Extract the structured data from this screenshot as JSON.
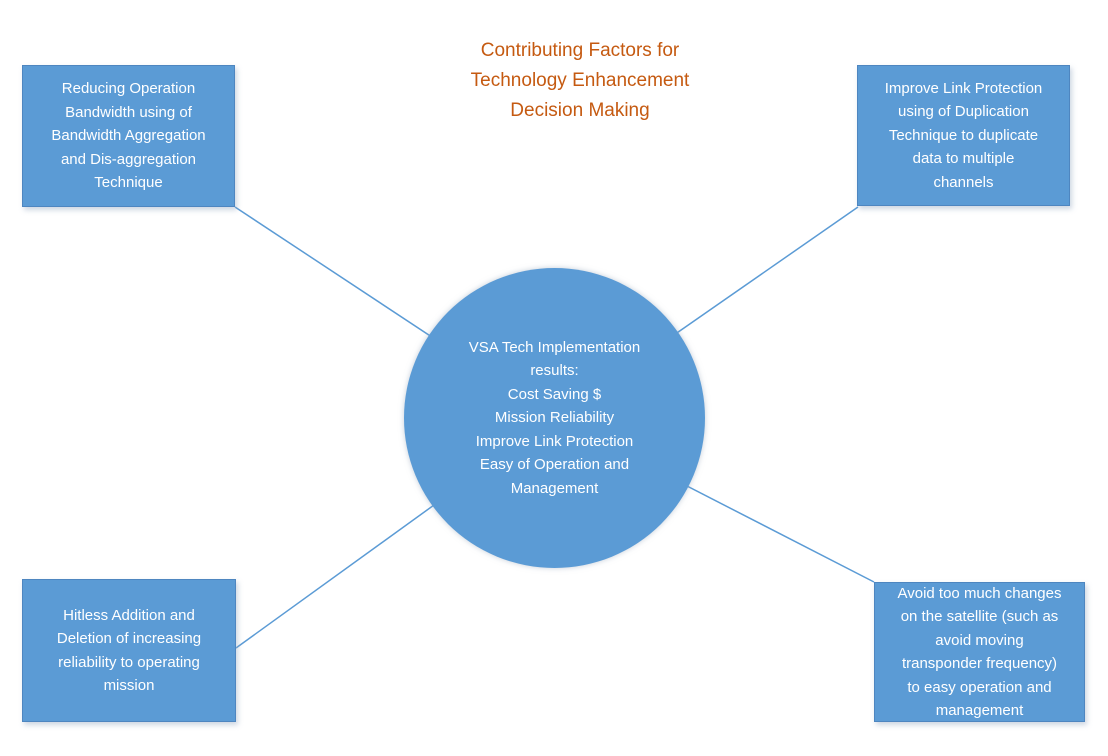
{
  "title": {
    "text": "Contributing Factors for\nTechnology Enhancement\nDecision Making"
  },
  "center": {
    "text": "VSA Tech Implementation\nresults:\nCost Saving $\nMission Reliability\nImprove Link Protection\nEasy of Operation and\nManagement"
  },
  "boxes": {
    "top_left": {
      "text": "Reducing Operation\nBandwidth using of\nBandwidth Aggregation\nand Dis-aggregation\nTechnique"
    },
    "top_right": {
      "text": "Improve Link Protection\nusing of Duplication\nTechnique to duplicate\ndata to multiple\nchannels"
    },
    "bottom_left": {
      "text": "Hitless Addition and\nDeletion of increasing\nreliability to operating\nmission"
    },
    "bottom_right": {
      "text": "Avoid too much changes\non the satellite (such as\navoid moving\ntransponder frequency)\nto easy operation and\nmanagement"
    }
  },
  "colors": {
    "shape_fill": "#5B9BD5",
    "shape_border": "#4E86C0",
    "connector": "#5B9BD5",
    "shape_text": "#FFFFFF",
    "title_text": "#C55A11",
    "background": "#FFFFFF"
  }
}
